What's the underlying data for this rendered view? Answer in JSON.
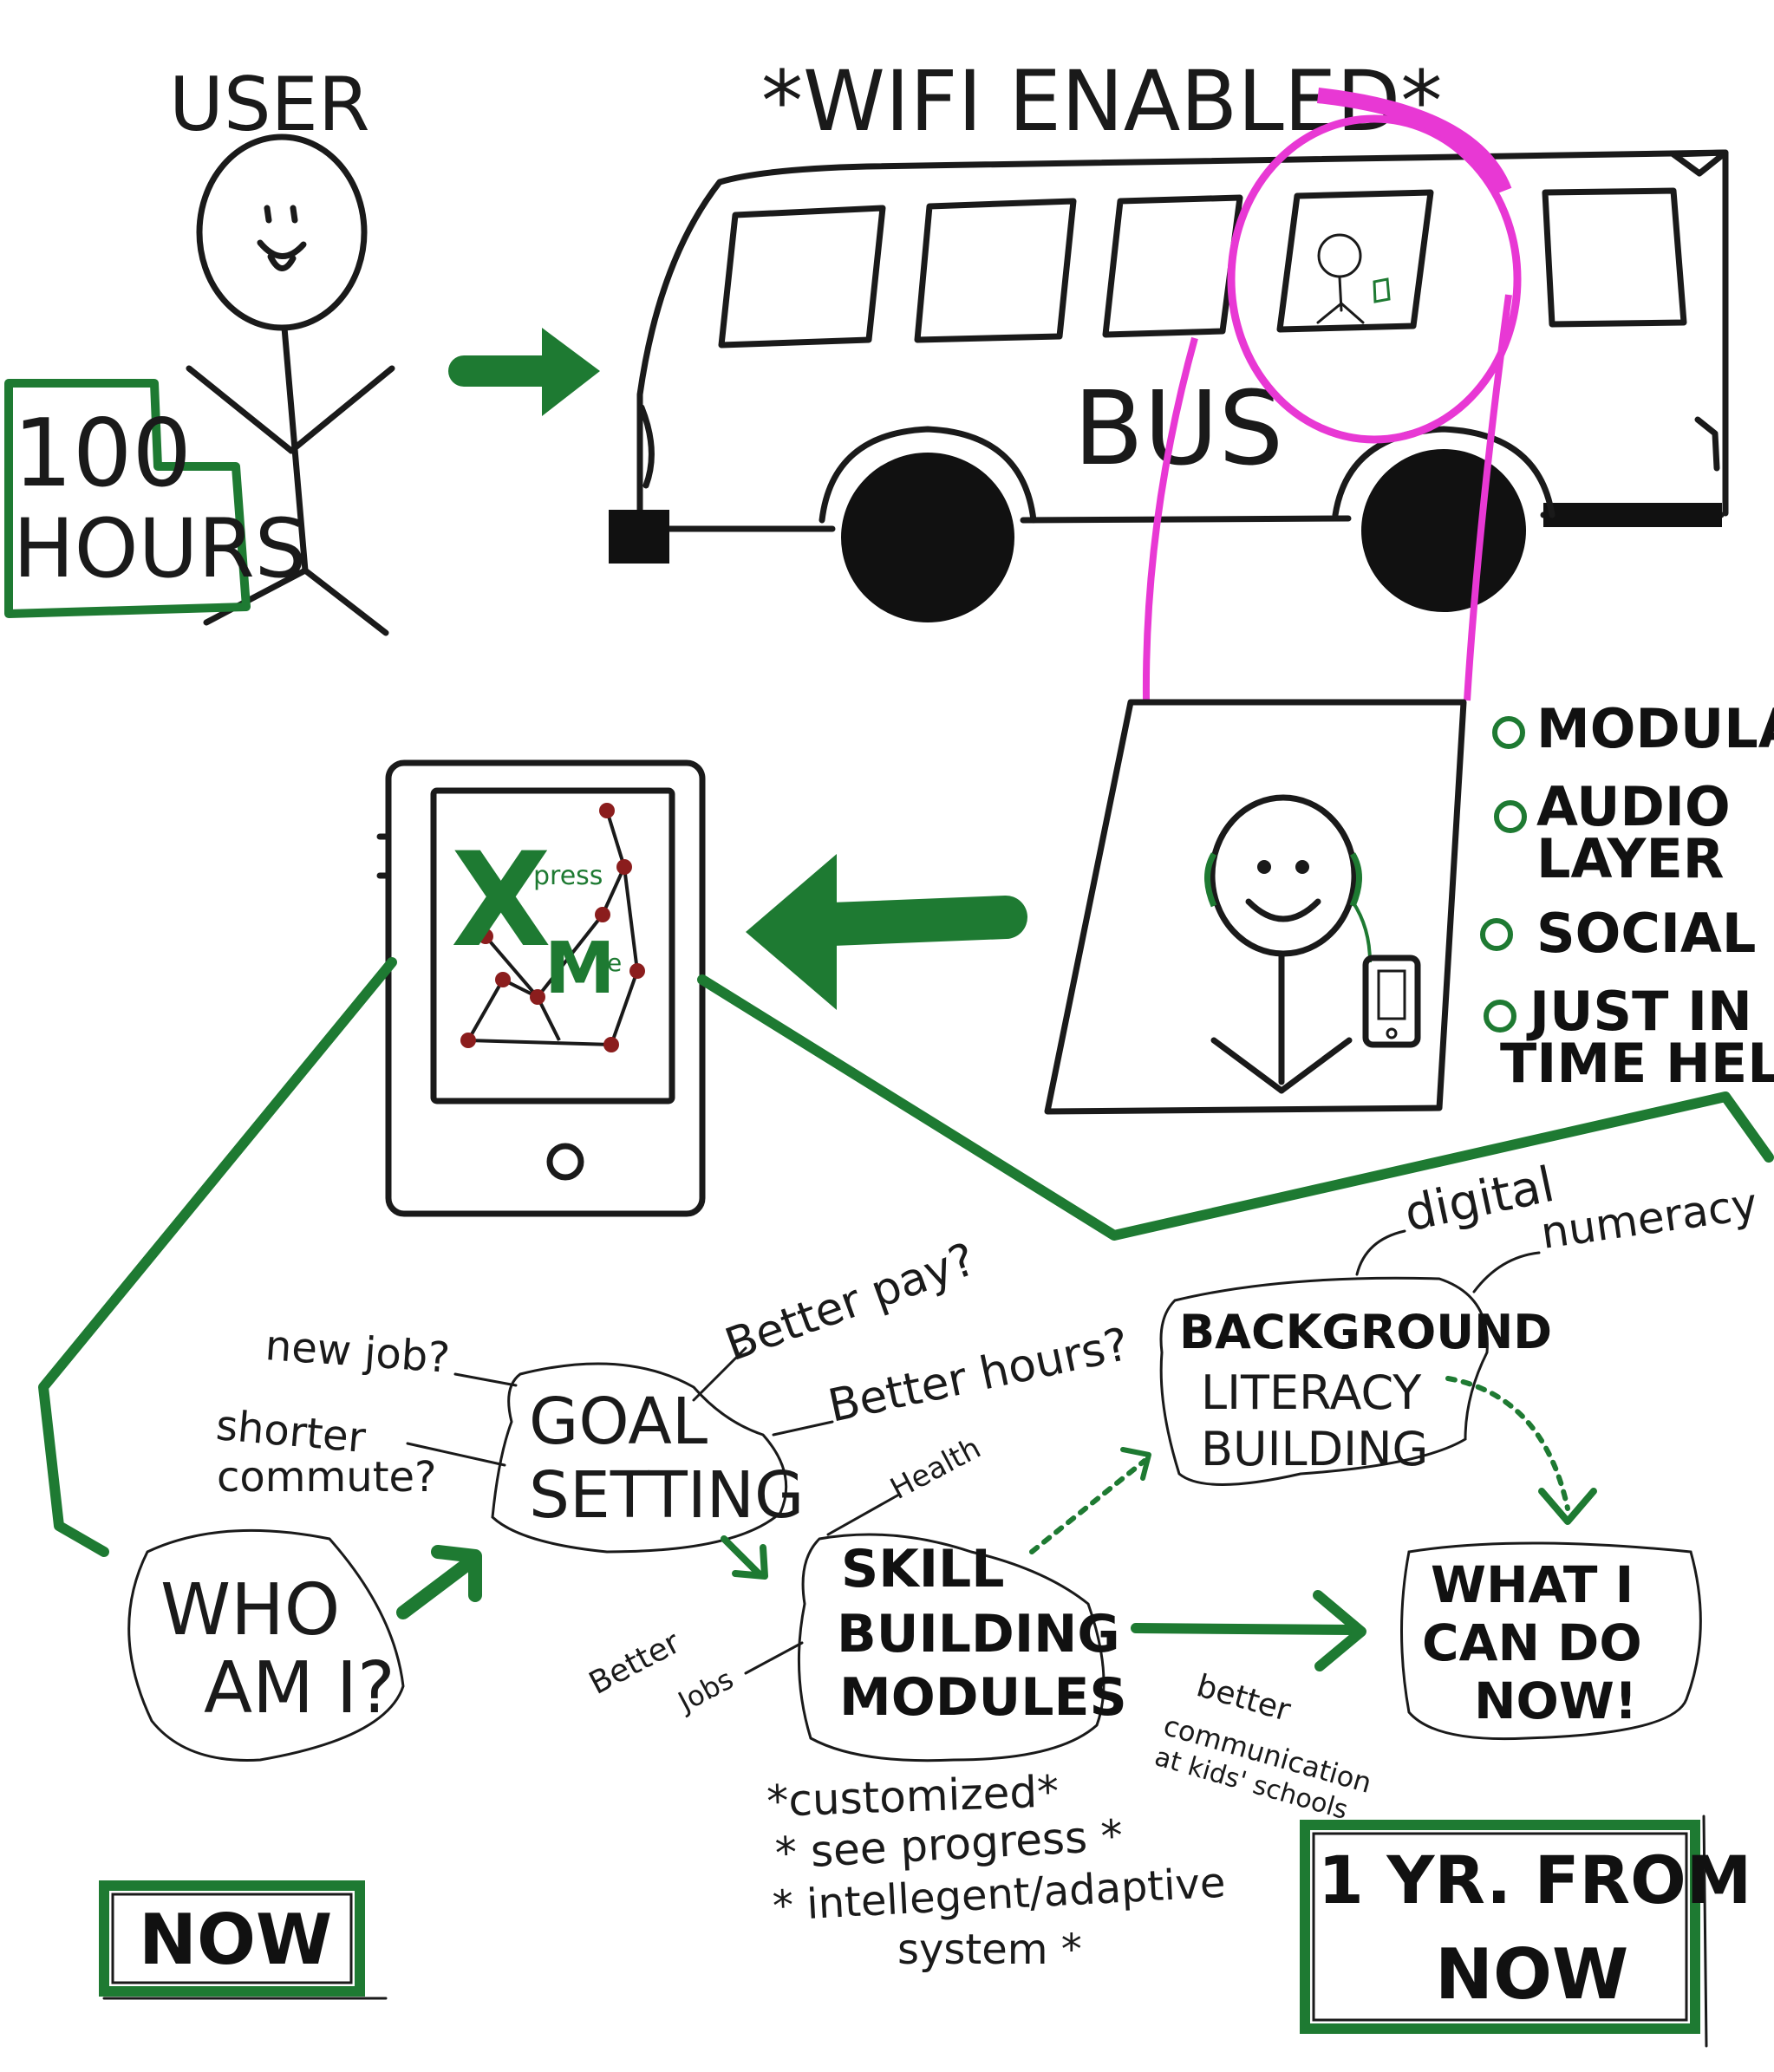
{
  "header": {
    "user": "USER",
    "wifi": "*WIFI ENABLED*",
    "bus": "BUS",
    "hours_line1": "100",
    "hours_line2": "HOURS"
  },
  "phone": {
    "logo_x": "X",
    "logo_press": "press",
    "logo_m": "M",
    "logo_e": "e"
  },
  "features": [
    "MODULAR",
    "AUDIO",
    "LAYER",
    "SOCIAL",
    "JUST IN",
    "TIME HELP"
  ],
  "nodes": {
    "who": [
      "WHO",
      "AM I?"
    ],
    "goal": [
      "GOAL",
      "SETTING"
    ],
    "skill": [
      "SKILL",
      "BUILDING",
      "MODULES"
    ],
    "background": [
      "BACKGROUND",
      "LITERACY",
      "BUILDING"
    ],
    "what": [
      "WHAT I",
      "CAN DO",
      "NOW!"
    ]
  },
  "labels": {
    "new_job": "new job?",
    "shorter": "shorter",
    "commute": "commute?",
    "better_pay": "Better pay?",
    "better_hours": "Better hours?",
    "health": "Health",
    "better_jobs_1": "Better",
    "better_jobs_2": "Jobs",
    "digital": "digital",
    "numeracy": "numeracy",
    "comm_1": "better",
    "comm_2": "communication",
    "comm_3": "at kids' schools"
  },
  "skill_notes": [
    "*customized*",
    "* see progress *",
    "* intellegent/adaptive",
    "system *"
  ],
  "timeline": {
    "now": "NOW",
    "future_line1": "1 YR. FROM",
    "future_line2": "NOW"
  },
  "colors": {
    "ink": "#1a1a1a",
    "marker_green": "#1e7a32",
    "highlight_pink": "#e838d4"
  }
}
